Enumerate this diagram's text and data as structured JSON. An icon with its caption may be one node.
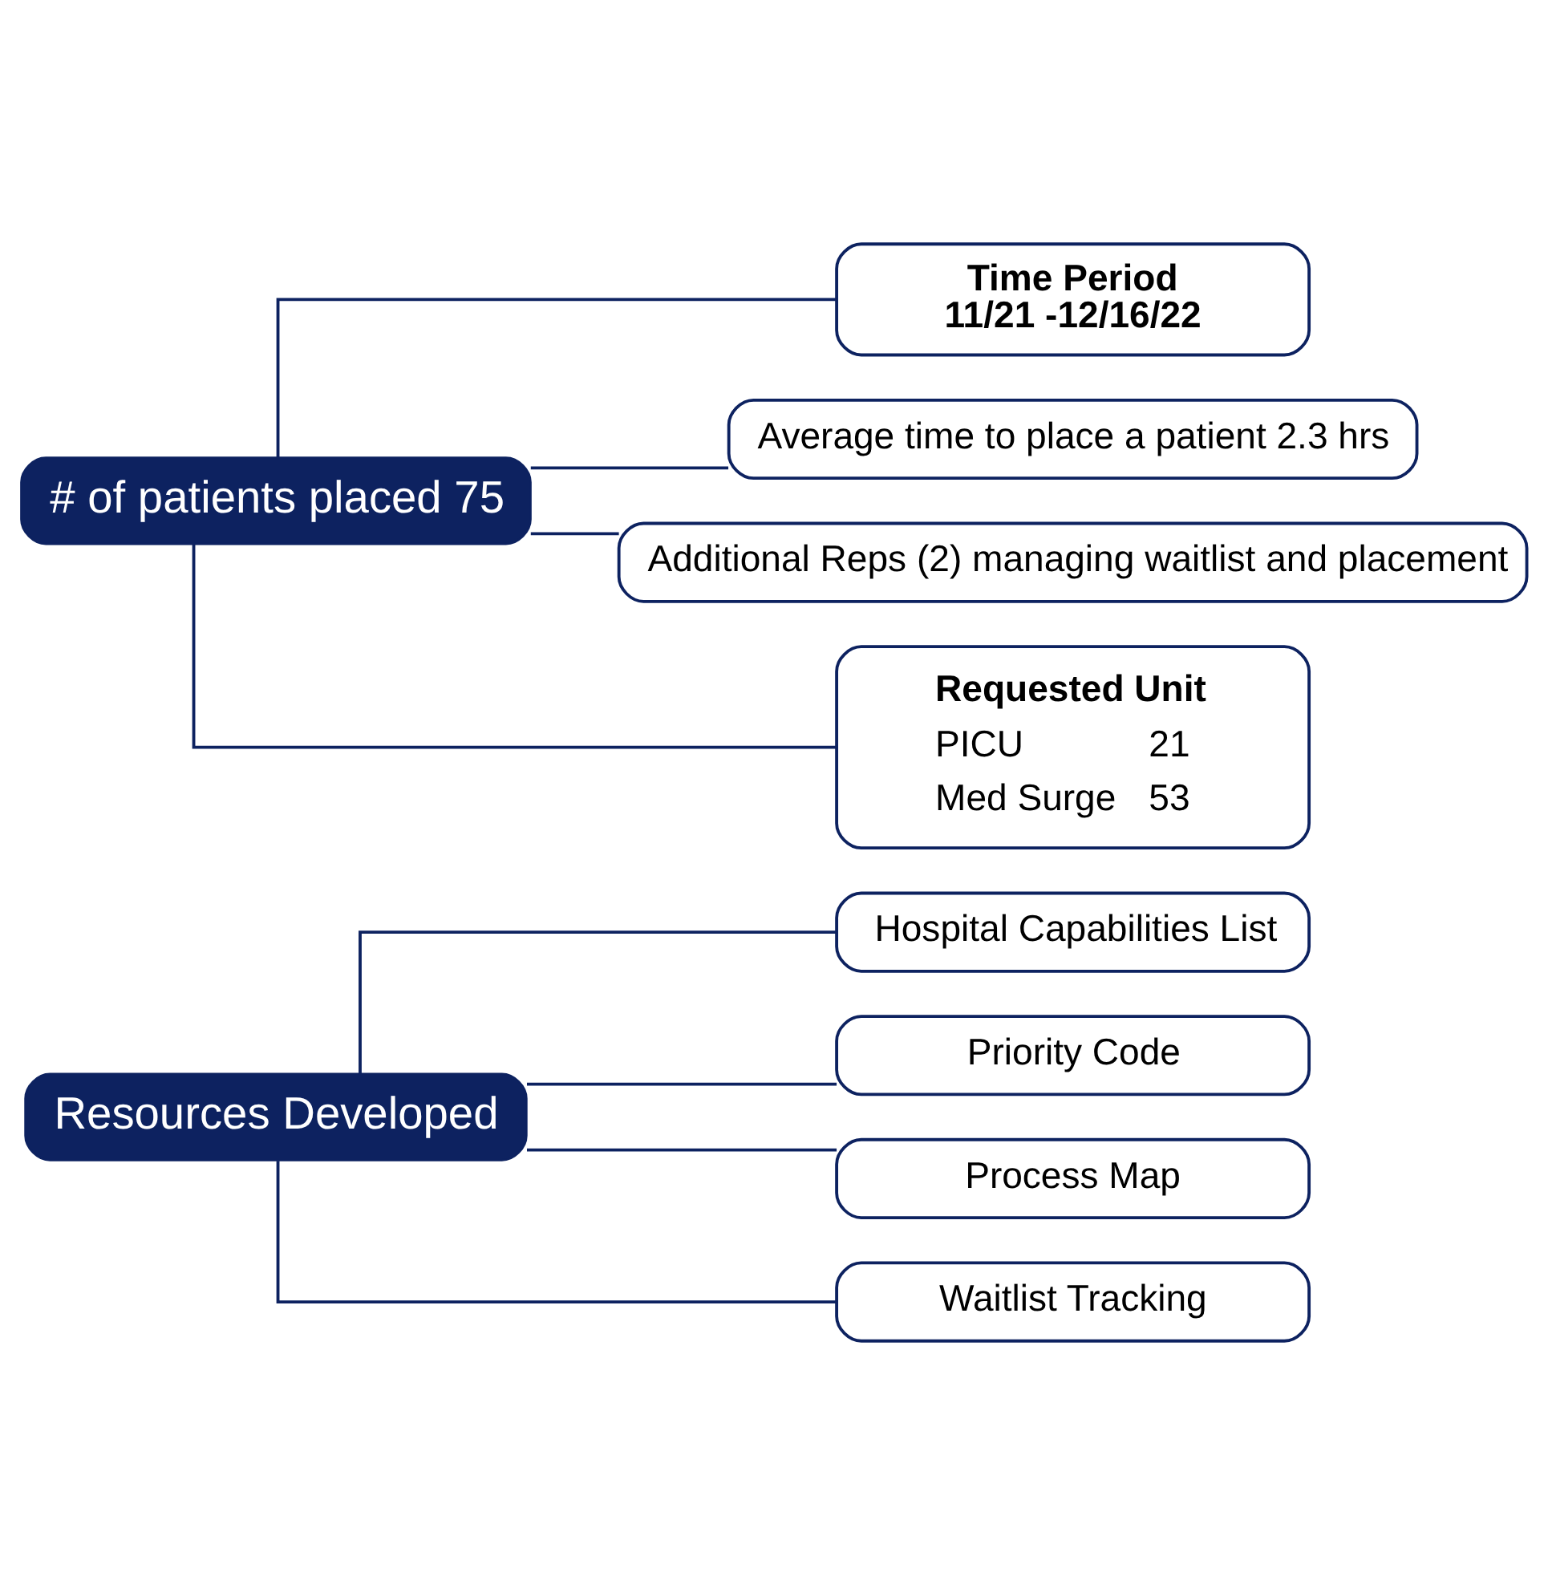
{
  "diagram": {
    "nodes": [
      {
        "text": [
          "Resources Developed"
        ]
      },
      {
        "text": [
          "Hospital Capabilities List"
        ]
      },
      {
        "text": [
          "Priority Code"
        ]
      },
      {
        "text": [
          "Process Map"
        ]
      },
      {
        "text": [
          "Waitlist Tracking"
        ]
      },
      {
        "text": [
          "# of patients placed 75"
        ]
      },
      {
        "text": [
          "Time Period",
          "11/21 -12/16/22"
        ]
      },
      {
        "text": [
          "Average time to place a patient 2.3 hrs"
        ]
      },
      {
        "text": [
          "Additional Reps (2) managing waitlist and placement"
        ]
      },
      {
        "text": [
          "Requested Unit",
          "PICU",
          "21",
          "Med Surge",
          "53"
        ]
      }
    ],
    "edges": [
      {
        "from": 0,
        "to": 1,
        "arrow": "none"
      },
      {
        "from": 0,
        "to": 2,
        "arrow": "none"
      },
      {
        "from": 0,
        "to": 3,
        "arrow": "none"
      },
      {
        "from": 0,
        "to": 4,
        "arrow": "none"
      },
      {
        "from": 5,
        "to": 6,
        "arrow": "none"
      },
      {
        "from": 5,
        "to": 7,
        "arrow": "none"
      },
      {
        "from": 5,
        "to": 8,
        "arrow": "none"
      },
      {
        "from": 5,
        "to": 9,
        "arrow": "none"
      }
    ]
  }
}
